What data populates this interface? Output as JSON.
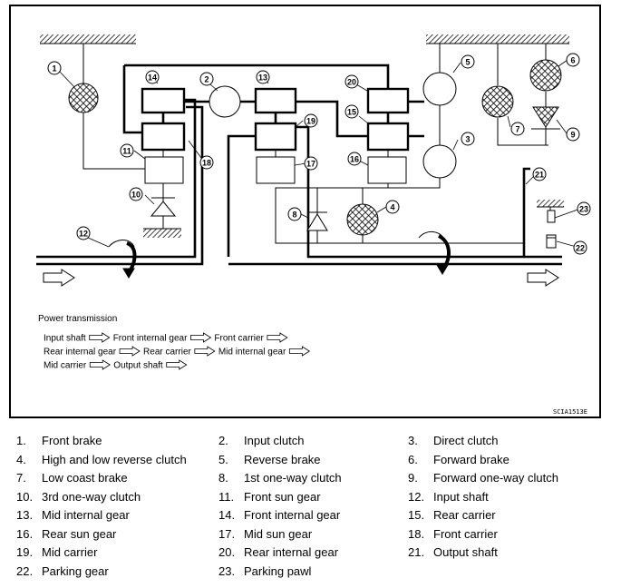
{
  "diagram": {
    "code": "SCIA1513E",
    "callouts": [
      "1",
      "2",
      "3",
      "4",
      "5",
      "6",
      "7",
      "8",
      "9",
      "10",
      "11",
      "12",
      "13",
      "14",
      "15",
      "16",
      "17",
      "18",
      "19",
      "20",
      "21",
      "22",
      "23"
    ],
    "power_transmission": {
      "title": "Power transmission",
      "line1": [
        "Input shaft",
        "Front internal gear",
        "Front carrier"
      ],
      "line2": [
        "Rear internal gear",
        "Rear carrier",
        "Mid internal gear"
      ],
      "line3": [
        "Mid carrier",
        "Output shaft"
      ]
    }
  },
  "legend": [
    [
      {
        "num": "1.",
        "label": "Front brake"
      },
      {
        "num": "2.",
        "label": "Input clutch"
      },
      {
        "num": "3.",
        "label": "Direct clutch"
      }
    ],
    [
      {
        "num": "4.",
        "label": "High and low reverse clutch"
      },
      {
        "num": "5.",
        "label": "Reverse brake"
      },
      {
        "num": "6.",
        "label": "Forward brake"
      }
    ],
    [
      {
        "num": "7.",
        "label": "Low coast brake"
      },
      {
        "num": "8.",
        "label": "1st one-way clutch"
      },
      {
        "num": "9.",
        "label": "Forward one-way clutch"
      }
    ],
    [
      {
        "num": "10.",
        "label": "3rd one-way clutch"
      },
      {
        "num": "11.",
        "label": "Front sun gear"
      },
      {
        "num": "12.",
        "label": "Input shaft"
      }
    ],
    [
      {
        "num": "13.",
        "label": "Mid internal gear"
      },
      {
        "num": "14.",
        "label": "Front internal gear"
      },
      {
        "num": "15.",
        "label": "Rear carrier"
      }
    ],
    [
      {
        "num": "16.",
        "label": "Rear sun gear"
      },
      {
        "num": "17.",
        "label": "Mid sun gear"
      },
      {
        "num": "18.",
        "label": "Front carrier"
      }
    ],
    [
      {
        "num": "19.",
        "label": "Mid carrier"
      },
      {
        "num": "20.",
        "label": "Rear internal gear"
      },
      {
        "num": "21.",
        "label": "Output shaft"
      }
    ],
    [
      {
        "num": "22.",
        "label": "Parking gear"
      },
      {
        "num": "23.",
        "label": "Parking pawl"
      }
    ]
  ]
}
